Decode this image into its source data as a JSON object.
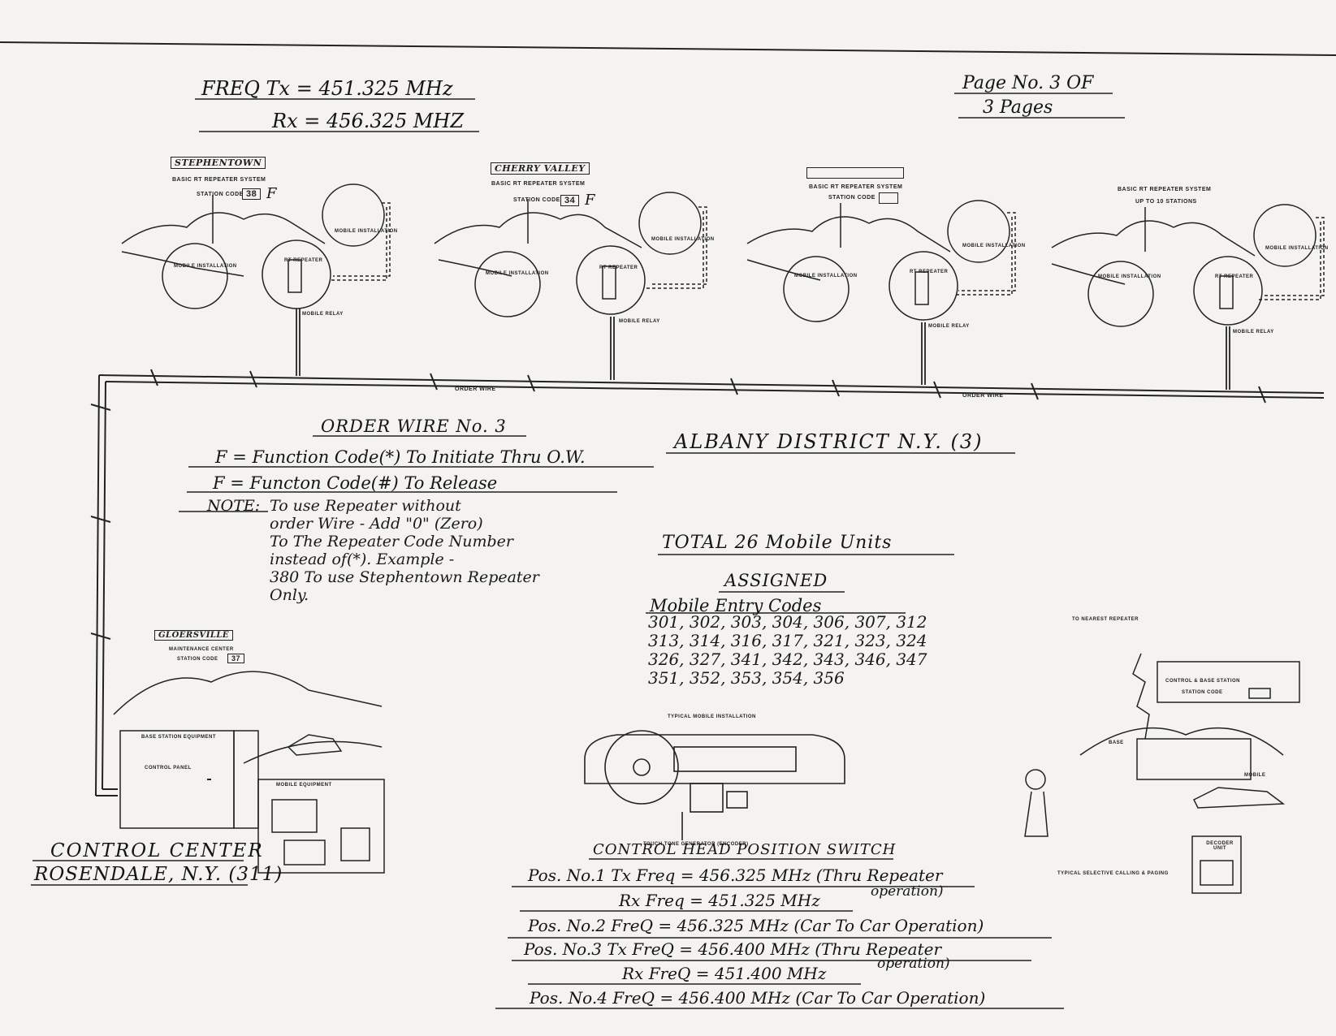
{
  "header": {
    "freq_tx": "FREQ Tx = 451.325 MHz",
    "freq_rx": "Rx = 456.325 MHZ",
    "page_line1": "Page No. 3 OF",
    "page_line2": "3 Pages"
  },
  "repeaters": [
    {
      "name": "STEPHENTOWN",
      "system": "BASIC RT REPEATER SYSTEM",
      "station_code_label": "STATION CODE",
      "station_code": "38",
      "suffix": "F",
      "mobile_top": "MOBILE INSTALLATION",
      "mobile_bottom": "MOBILE INSTALLATION",
      "repeater": "RT REPEATER",
      "relay": "MOBILE RELAY"
    },
    {
      "name": "CHERRY VALLEY",
      "system": "BASIC RT REPEATER SYSTEM",
      "station_code_label": "STATION CODE",
      "station_code": "34",
      "suffix": "F",
      "mobile_top": "MOBILE INSTALLATION",
      "mobile_bottom": "MOBILE INSTALLATION",
      "repeater": "RT REPEATER",
      "relay": "MOBILE RELAY"
    },
    {
      "name": "",
      "system": "BASIC RT REPEATER SYSTEM",
      "station_code_label": "STATION CODE",
      "station_code": "",
      "suffix": "",
      "mobile_top": "MOBILE INSTALLATION",
      "mobile_bottom": "MOBILE INSTALLATION",
      "repeater": "RT REPEATER",
      "relay": "MOBILE RELAY"
    },
    {
      "name": "",
      "system": "BASIC RT REPEATER SYSTEM",
      "station_code_label": "UP TO 10 STATIONS",
      "station_code": "",
      "suffix": "",
      "mobile_top": "MOBILE INSTALLATION",
      "mobile_bottom": "MOBILE INSTALLATION",
      "repeater": "RT REPEATER",
      "relay": "MOBILE RELAY"
    }
  ],
  "order_wire_labels": [
    "ORDER WIRE",
    "ORDER WIRE"
  ],
  "order_wire_note": {
    "title": "ORDER WIRE No. 3",
    "line1": "F = Function Code(*) To Initiate Thru O.W.",
    "line2": "F = Functon Code(#) To Release",
    "note_label": "NOTE:",
    "note_text": "To use Repeater without\norder Wire - Add \"0\" (Zero)\nTo The Repeater Code Number\ninstead of(*). Example -\n380 To use Stephentown Repeater\nOnly."
  },
  "district": "ALBANY DISTRICT N.Y. (3)",
  "totals": {
    "total": "TOTAL 26 Mobile Units",
    "assigned": "ASSIGNED",
    "entry_title": "Mobile Entry Codes",
    "codes": [
      "301, 302, 303, 304, 306, 307, 312",
      "313, 314, 316, 317, 321, 323, 324",
      "326, 327, 341, 342, 343, 346, 347",
      "351, 352, 353, 354, 356"
    ]
  },
  "maintenance": {
    "name": "GLOERSVILLE",
    "label": "MAINTENANCE CENTER",
    "station_code_label": "STATION CODE",
    "station_code": "37",
    "base_equipment": "BASE STATION EQUIPMENT",
    "control_panel": "CONTROL PANEL",
    "mobile_equipment": "MOBILE EQUIPMENT"
  },
  "control_center": {
    "line1": "CONTROL CENTER",
    "line2": "ROSENDALE, N.Y. (311)"
  },
  "mobile_installation": {
    "label": "TYPICAL MOBILE INSTALLATION",
    "encoder": "TOUCH TONE GENERATOR (ENCODER)"
  },
  "base_station": {
    "to_repeater": "TO NEAREST REPEATER",
    "control": "CONTROL & BASE STATION",
    "station_code_label": "STATION CODE",
    "base": "BASE",
    "mobile": "MOBILE",
    "decoder": "DECODER UNIT",
    "caption": "TYPICAL SELECTIVE CALLING & PAGING"
  },
  "control_head": {
    "title": "CONTROL HEAD POSITION SWITCH",
    "lines": [
      "Pos. No.1  Tx Freq = 456.325 MHz (Thru Repeater",
      "operation)",
      "Rx Freq = 451.325 MHz",
      "Pos. No.2     FreQ = 456.325 MHz (Car To Car Operation)",
      "Pos. No.3  Tx FreQ = 456.400 MHz (Thru Repeater",
      "operation)",
      "Rx FreQ = 451.400 MHz",
      "Pos. No.4     FreQ = 456.400 MHz (Car To Car Operation)"
    ]
  }
}
